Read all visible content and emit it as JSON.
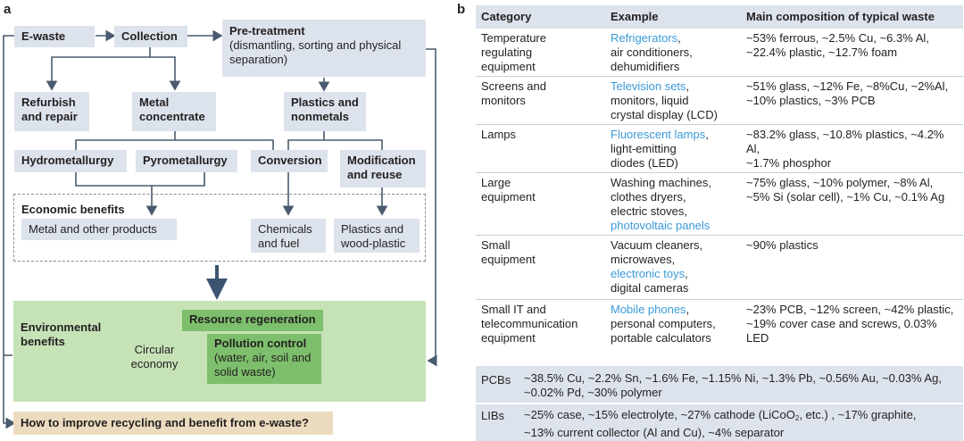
{
  "panel_a": {
    "letter": "a",
    "ewaste": "E-waste",
    "collection": "Collection",
    "pretreatment_title": "Pre-treatment",
    "pretreatment_detail": "(dismantling, sorting and physical separation)",
    "refurbish_1": "Refurbish",
    "refurbish_2": "and repair",
    "metal_1": "Metal",
    "metal_2": "concentrate",
    "plastics_1": "Plastics and",
    "plastics_2": "nonmetals",
    "hydro": "Hydrometallurgy",
    "pyro": "Pyrometallurgy",
    "conversion": "Conversion",
    "modification_1": "Modification",
    "modification_2": "and reuse",
    "economic_benefits": "Economic benefits",
    "metal_products": "Metal and other products",
    "chemicals_1": "Chemicals",
    "chemicals_2": "and fuel",
    "plastics_wood_1": "Plastics and",
    "plastics_wood_2": "wood-plastic",
    "env_1": "Environmental",
    "env_2": "benefits",
    "resource_regeneration": "Resource regeneration",
    "pollution_control": "Pollution control",
    "pollution_detail_1": "(water, air, soil and",
    "pollution_detail_2": "solid waste)",
    "circular_1": "Circular",
    "circular_2": "economy",
    "question": "How to improve recycling and benefit from e-waste?"
  },
  "panel_b": {
    "letter": "b",
    "headers": [
      "Category",
      "Example",
      "Main  composition of typical waste"
    ],
    "rows": [
      {
        "category": "Temperature\nregulating\nequipment",
        "example_highlight": "Refrigerators",
        "example_rest": ",\nair conditioners,\ndehumidifiers",
        "composition": "~53% ferrous, ~2.5% Cu, ~6.3% Al,\n~22.4% plastic, ~12.7% foam"
      },
      {
        "category": "Screens and\nmonitors",
        "example_highlight": "Television sets",
        "example_rest": ",\nmonitors, liquid\ncrystal display (LCD)",
        "composition": "~51% glass, ~12% Fe, ~8%Cu, ~2%Al,\n~10% plastics, ~3% PCB"
      },
      {
        "category": "Lamps",
        "example_highlight": "Fluorescent lamps",
        "example_rest": ",\nlight-emitting\ndiodes (LED)",
        "composition": "~83.2% glass, ~10.8% plastics, ~4.2% Al,\n~1.7% phosphor"
      },
      {
        "category": "Large\nequipment",
        "example_before": "Washing machines,\nclothes dryers,\nelectric stoves,\n",
        "example_highlight": "photovoltaic panels",
        "composition": "~75% glass, ~10% polymer, ~8% Al,\n~5% Si (solar cell), ~1% Cu, ~0.1% Ag"
      },
      {
        "category": "Small\nequipment",
        "example_before": "Vacuum cleaners,\nmicrowaves,\n",
        "example_highlight": "electronic toys",
        "example_rest": ",\ndigital cameras",
        "composition": "~90% plastics"
      },
      {
        "category": "Small IT and\ntelecommunication\nequipment",
        "example_highlight": "Mobile phones",
        "example_rest": ",\npersonal computers,\nportable calculators",
        "composition": "~23% PCB, ~12% screen, ~42% plastic,\n~19% cover case and screws, 0.03% LED"
      }
    ],
    "pcbs_label": "PCBs",
    "pcbs_text": "~38.5% Cu, ~2.2% Sn, ~1.6% Fe, ~1.15% Ni, ~1.3% Pb, ~0.56% Au, ~0.03% Ag,\n~0.02% Pd, ~30% polymer",
    "libs_label": "LIBs",
    "libs_text_1": "~25% case, ~15% electrolyte, ~27% cathode (LiCoO",
    "libs_sub": "2",
    "libs_text_2": ", etc.) , ~17% graphite,\n~13% current collector (Al and Cu), ~4% separator"
  },
  "colors": {
    "box_fill": "#dde3ec",
    "env_fill": "#c6e3b8",
    "env_dark": "#7dbf6c",
    "question_fill": "#ecdcbf",
    "line": "#4a5a6e",
    "circle_arrow": "#3e9a48",
    "highlight_text": "#3a9ad9"
  }
}
